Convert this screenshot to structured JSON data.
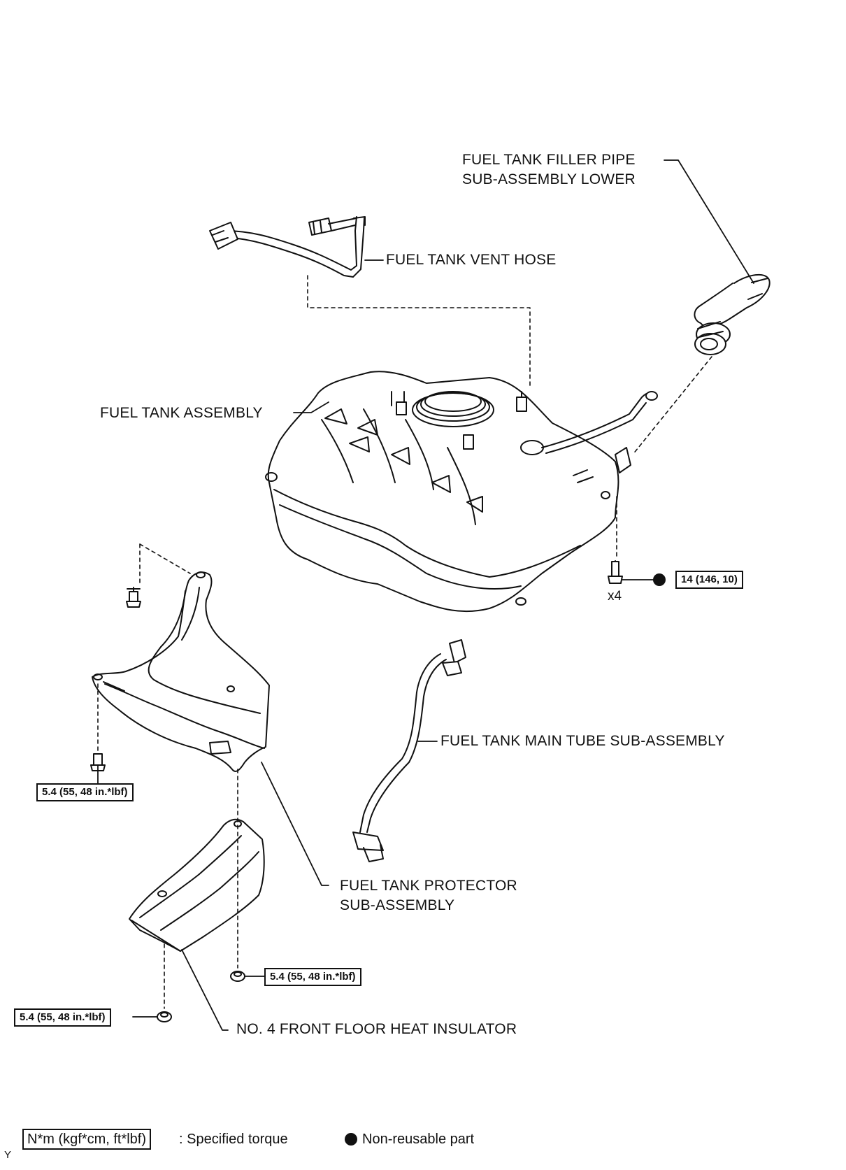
{
  "labels": {
    "filler_pipe_line1": "FUEL TANK FILLER PIPE",
    "filler_pipe_line2": "SUB-ASSEMBLY LOWER",
    "vent_hose": "FUEL TANK VENT HOSE",
    "tank_assembly": "FUEL TANK ASSEMBLY",
    "main_tube": "FUEL TANK MAIN TUBE SUB-ASSEMBLY",
    "protector_line1": "FUEL TANK PROTECTOR",
    "protector_line2": "SUB-ASSEMBLY",
    "heat_insulator": "NO. 4 FRONT FLOOR HEAT INSULATOR"
  },
  "torques": {
    "tank_bolts": "14 (146, 10)",
    "protector_bolt": "5.4 (55, 48 in.*lbf)",
    "insulator_nut_right": "5.4 (55, 48 in.*lbf)",
    "insulator_nut_left": "5.4 (55, 48 in.*lbf)"
  },
  "quantity": "x4",
  "legend": {
    "torque_box": "N*m (kgf*cm, ft*lbf)",
    "torque_text": ": Specified torque",
    "nonreusable_text": "Non-reusable part"
  },
  "corner_mark": "Y"
}
